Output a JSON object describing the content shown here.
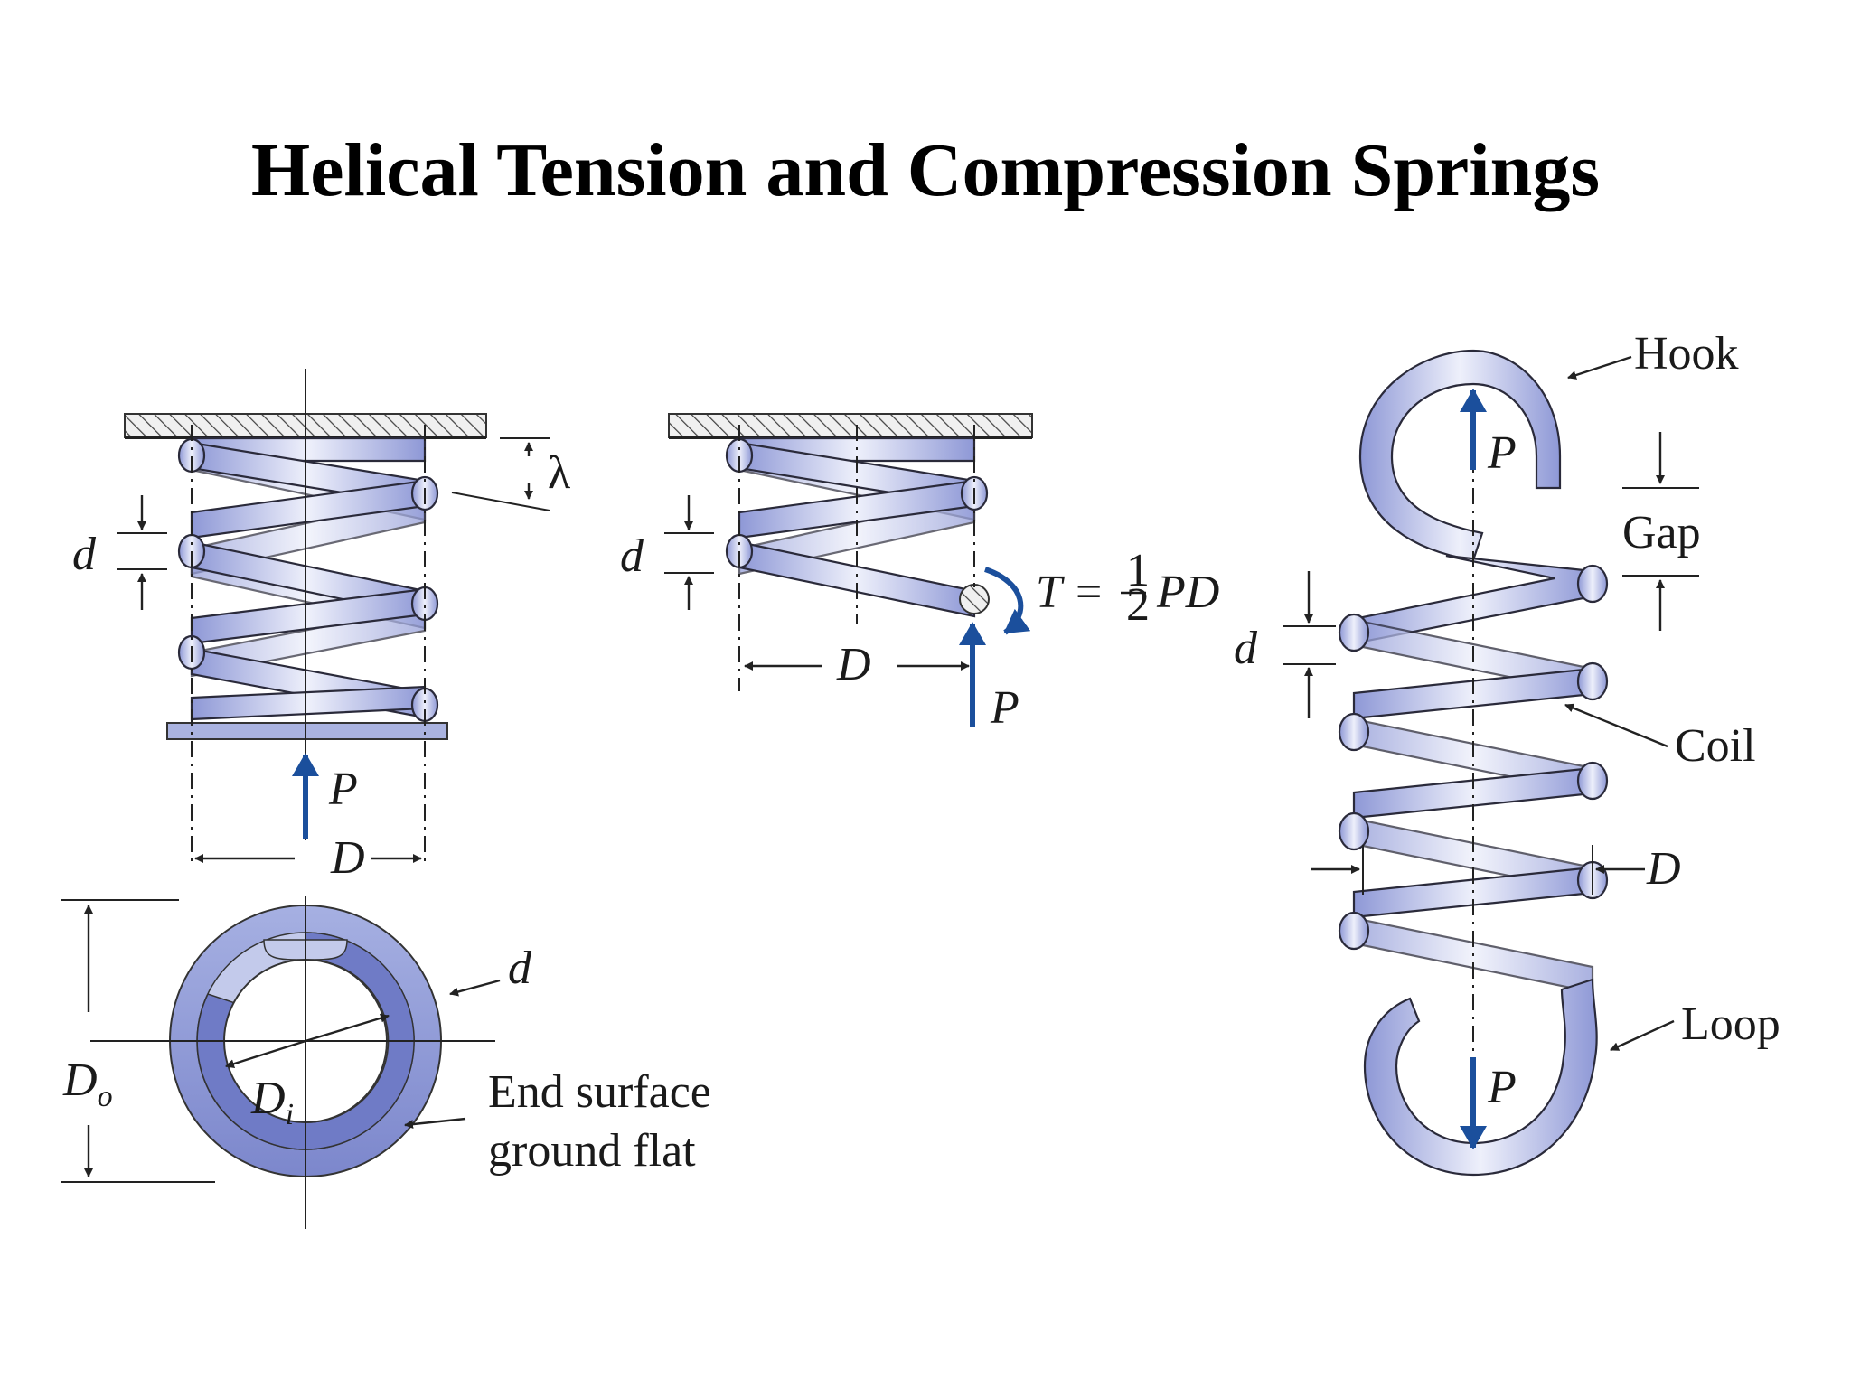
{
  "title": "Helical Tension and Compression Springs",
  "colors": {
    "wire_light": "#eef0fb",
    "wire_dark": "#8e98d6",
    "force_arrow": "#1b4f9c",
    "line": "#222222"
  },
  "compression_spring": {
    "d": "d",
    "lambda": "λ",
    "P": "P",
    "D": "D",
    "Do_main": "D",
    "Do_sub": "o",
    "Di_main": "D",
    "Di_sub": "i",
    "d_section": "d",
    "end_surface_1": "End surface",
    "end_surface_2": "ground flat"
  },
  "torsion_detail": {
    "d": "d",
    "D": "D",
    "P": "P",
    "T": "T",
    "eq": "=",
    "half_num": "1",
    "half_den": "2",
    "PD": "PD"
  },
  "extension_spring": {
    "hook": "Hook",
    "gap": "Gap",
    "coil": "Coil",
    "loop": "Loop",
    "d": "d",
    "D": "D",
    "P_top": "P",
    "P_bottom": "P"
  }
}
